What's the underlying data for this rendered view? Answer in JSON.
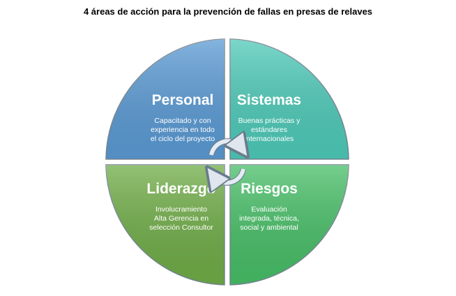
{
  "title": "4 áreas de acción para la prevención de fallas en presas de relaves",
  "quadrants": [
    {
      "heading": "Personal",
      "lines": [
        "Capacitado y con",
        "experiencia en todo",
        "el ciclo del proyecto"
      ],
      "color": "#5b9bd5"
    },
    {
      "heading": "Sistemas",
      "lines": [
        "Buenas prácticas y",
        "estándares",
        "internacionales"
      ],
      "color": "#4ecbb9"
    },
    {
      "heading": "Liderazgo",
      "lines": [
        "Involucramiento",
        "Alta Gerencia en",
        "selección Consultor"
      ],
      "color": "#70ad47"
    },
    {
      "heading": "Riesgos",
      "lines": [
        "Evaluación",
        "integrada, técnica,",
        "social y ambiental"
      ],
      "color": "#47bf67"
    }
  ]
}
